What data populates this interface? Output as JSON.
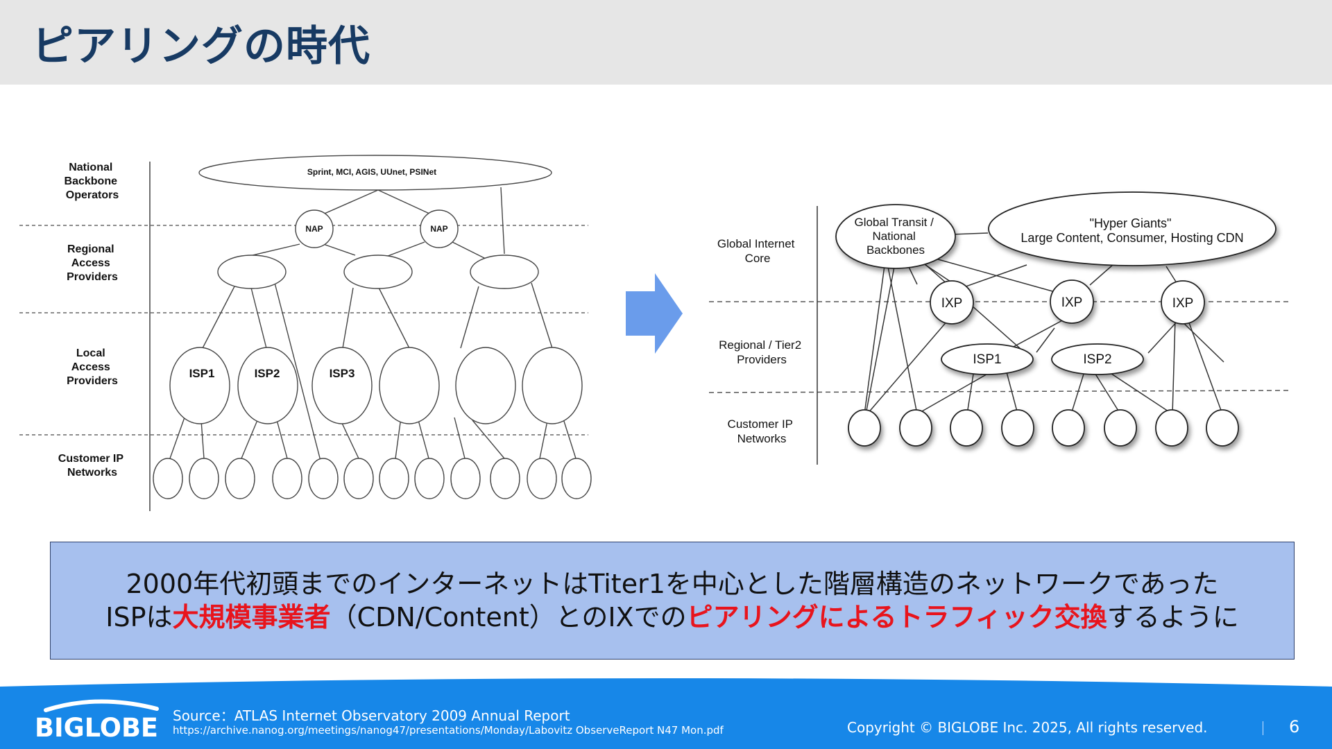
{
  "slide": {
    "title": "ピアリングの時代",
    "page_number": "6"
  },
  "left_diagram": {
    "tiers": [
      "National\nBackbone\nOperators",
      "Regional\nAccess\nProviders",
      "Local\nAccess\nProviders",
      "Customer IP\nNetworks"
    ],
    "backbone_label": "Sprint, MCI, AGIS, UUnet, PSINet",
    "nap_labels": [
      "NAP",
      "NAP"
    ],
    "isp_labels": [
      "ISP1",
      "ISP2",
      "ISP3"
    ]
  },
  "right_diagram": {
    "tiers": [
      "Global Internet\nCore",
      "Regional / Tier2\nProviders",
      "Customer IP\nNetworks"
    ],
    "core_left": "Global Transit /\nNational\nBackbones",
    "core_right": "\"Hyper Giants\"\nLarge Content, Consumer, Hosting CDN",
    "ixp_labels": [
      "IXP",
      "IXP",
      "IXP"
    ],
    "isp_labels": [
      "ISP1",
      "ISP2"
    ]
  },
  "callout": {
    "line1": "2000年代初頭までのインターネットはTiter1を中心とした階層構造のネットワークであった",
    "line2_a": "ISPは",
    "line2_b": "大規模事業者",
    "line2_c": "（CDN/Content）とのIXでの",
    "line2_d": "ピアリングによるトラフィック交換",
    "line2_e": "するように"
  },
  "footer": {
    "logo_text": "BIGLOBE",
    "source_line": "Source：ATLAS Internet Observatory 2009 Annual Report",
    "source_url": "https://archive.nanog.org/meetings/nanog47/presentations/Monday/Labovitz ObserveReport N47 Mon.pdf",
    "copyright": "Copyright © BIGLOBE Inc. 2025, All rights reserved."
  },
  "colors": {
    "title": "#173a63",
    "footer_blue": "#1787e8",
    "callout_bg": "#a7c0ee",
    "highlight_red": "#e8141c",
    "arrow_blue": "#6a9ceb"
  }
}
